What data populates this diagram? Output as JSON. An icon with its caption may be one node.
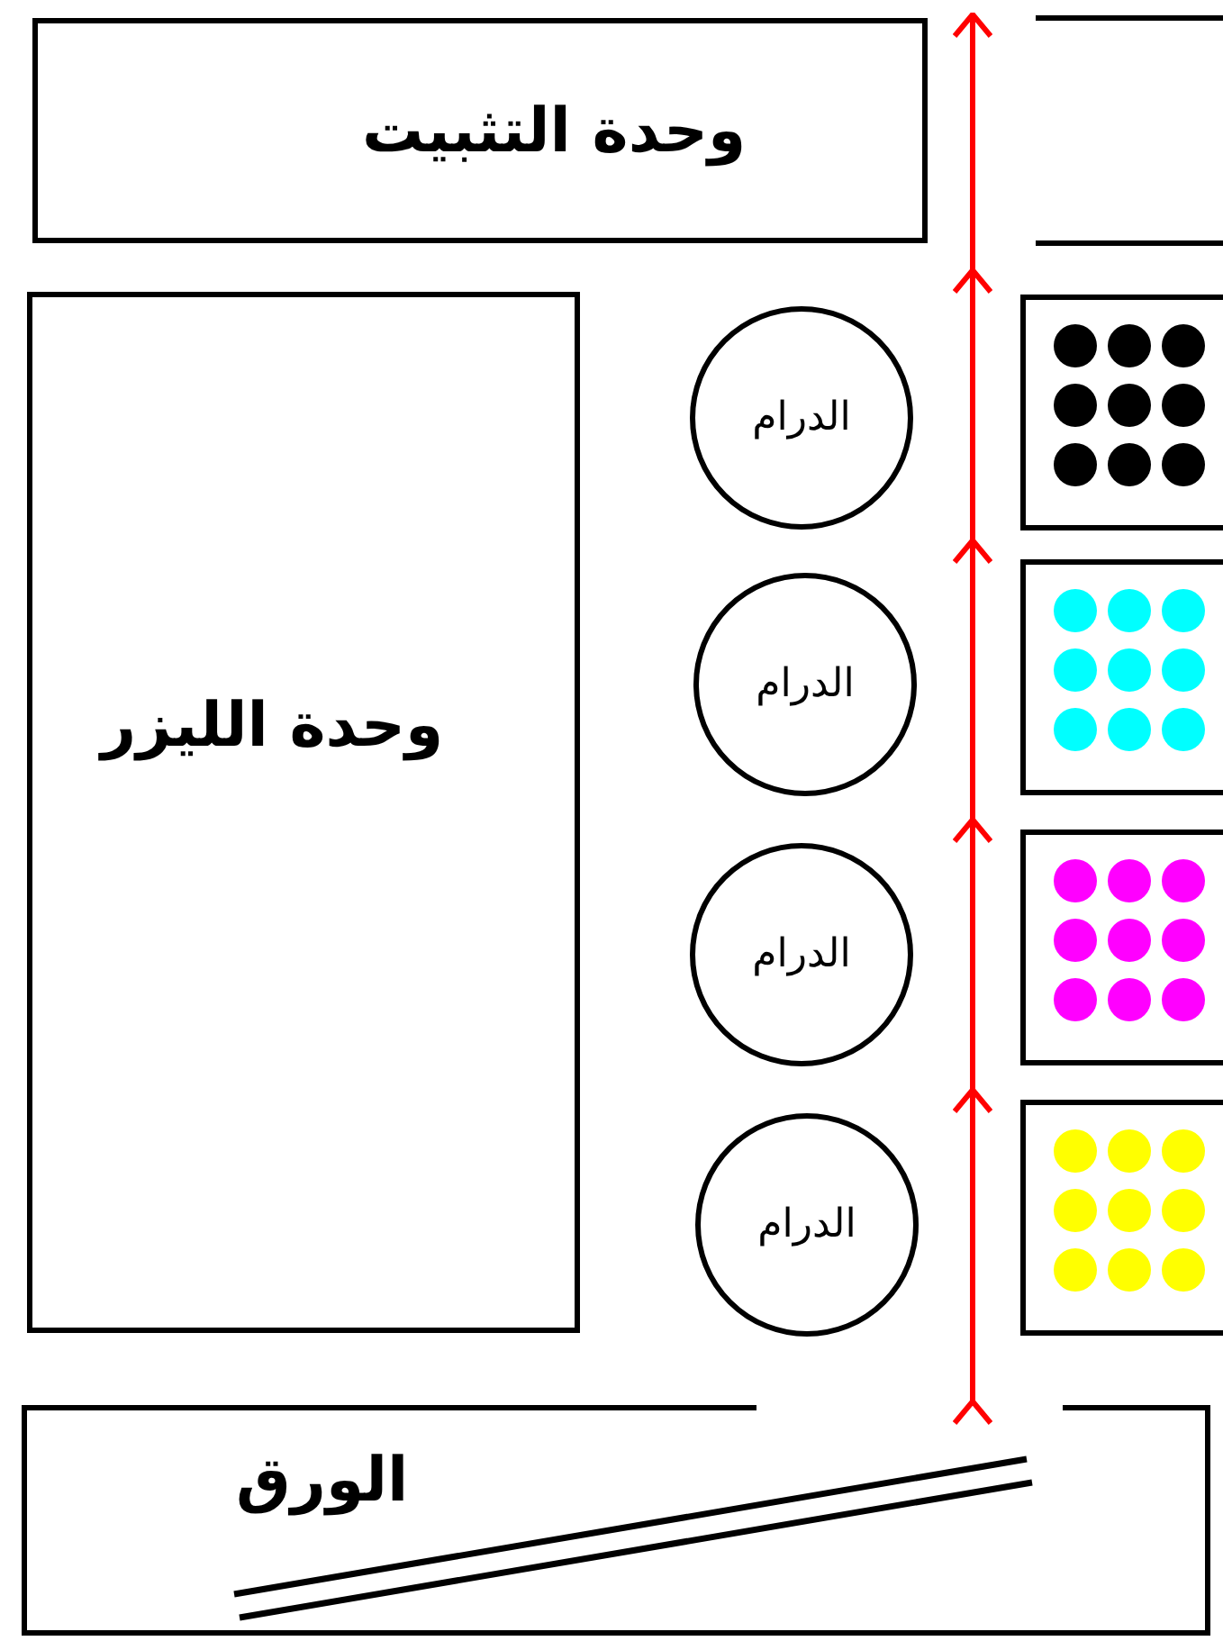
{
  "diagram": {
    "nodes": [
      {
        "text": [
          "وحدة التثبيت"
        ]
      },
      {
        "text": [
          "وحدة الليزر"
        ]
      },
      {
        "text": [
          "الدرام"
        ]
      },
      {
        "text": [
          "الدرام"
        ]
      },
      {
        "text": [
          "الدرام"
        ]
      },
      {
        "text": [
          "الدرام"
        ]
      },
      {
        "text": [
          "الورق"
        ]
      }
    ],
    "edges": [
      {
        "from": 6,
        "to": 0,
        "arrow": "to",
        "color": "#ff0000"
      }
    ]
  }
}
